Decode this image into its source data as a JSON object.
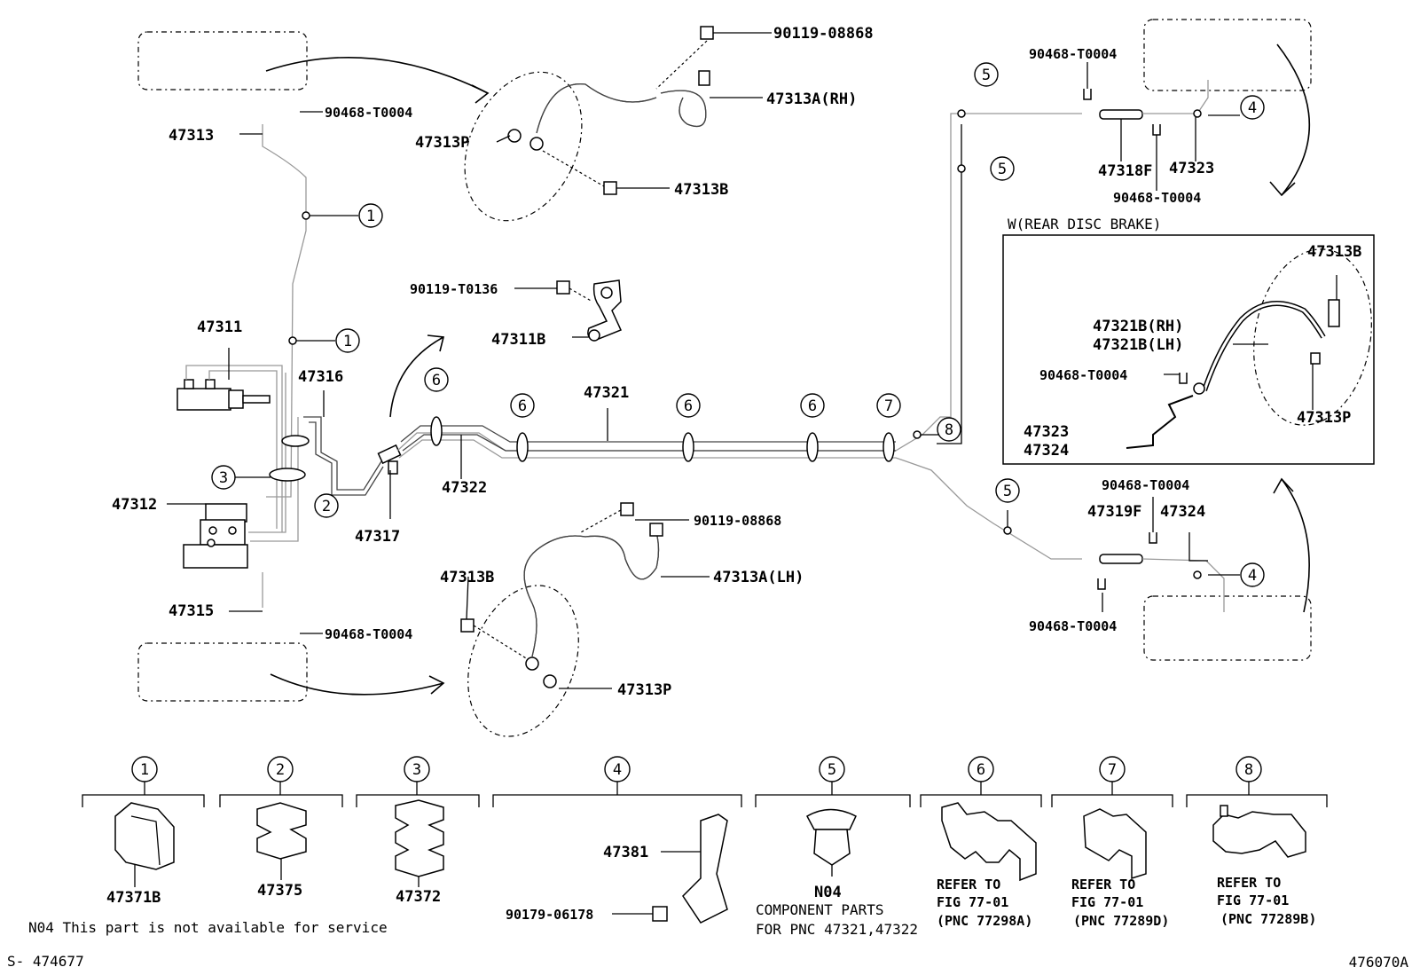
{
  "labels": {
    "p90119_08868_top": "90119-08868",
    "p47313A_RH": "47313A(RH)",
    "p90468_T0004_a": "90468-T0004",
    "p47313": "47313",
    "p47313P_top": "47313P",
    "p47313B_top": "47313B",
    "p90119_T0136": "90119-T0136",
    "p47311B": "47311B",
    "p47311": "47311",
    "p47316": "47316",
    "p47321": "47321",
    "p47322": "47322",
    "p47317": "47317",
    "p47312": "47312",
    "p47315": "47315",
    "p90468_T0004_b": "90468-T0004",
    "p90119_08868_mid": "90119-08868",
    "p47313A_LH": "47313A(LH)",
    "p47313B_mid": "47313B",
    "p47313P_mid": "47313P",
    "p90468_T0004_c": "90468-T0004",
    "p47318F": "47318F",
    "p47323": "47323",
    "p90468_T0004_d": "90468-T0004",
    "rear_disc_title": "W(REAR DISC BRAKE)",
    "box_47313B": "47313B",
    "box_47321B_RH": "47321B(RH)",
    "box_47321B_LH": "47321B(LH)",
    "box_90468": "90468-T0004",
    "box_47313P": "47313P",
    "box_47323": "47323",
    "box_47324": "47324",
    "p90468_T0004_e": "90468-T0004",
    "p47319F": "47319F",
    "p47324": "47324",
    "p90468_T0004_f": "90468-T0004"
  },
  "circled": {
    "c1": "1",
    "c2": "2",
    "c3": "3",
    "c4": "4",
    "c5": "5",
    "c6": "6",
    "c7": "7",
    "c8": "8"
  },
  "clamps": {
    "k1": {
      "num": "1",
      "part": "47371B"
    },
    "k2": {
      "num": "2",
      "part": "47375"
    },
    "k3": {
      "num": "3",
      "part": "47372"
    },
    "k4": {
      "num": "4",
      "part_a": "47381",
      "part_b": "90179-06178"
    },
    "k5": {
      "num": "5",
      "part": "N04",
      "note1": "COMPONENT PARTS",
      "note2": "FOR PNC 47321,47322"
    },
    "k6": {
      "num": "6",
      "ref1": "REFER TO",
      "ref2": "FIG 77-01",
      "ref3": "(PNC 77298A)"
    },
    "k7": {
      "num": "7",
      "ref1": "REFER TO",
      "ref2": "FIG 77-01",
      "ref3": "(PNC 77289D)"
    },
    "k8": {
      "num": "8",
      "ref1": "REFER TO",
      "ref2": "FIG 77-01",
      "ref3": "(PNC 77289B)"
    }
  },
  "footer": {
    "note": "N04 This part is not available for service",
    "serial": "S- 474677",
    "figure_code": "476070A"
  }
}
